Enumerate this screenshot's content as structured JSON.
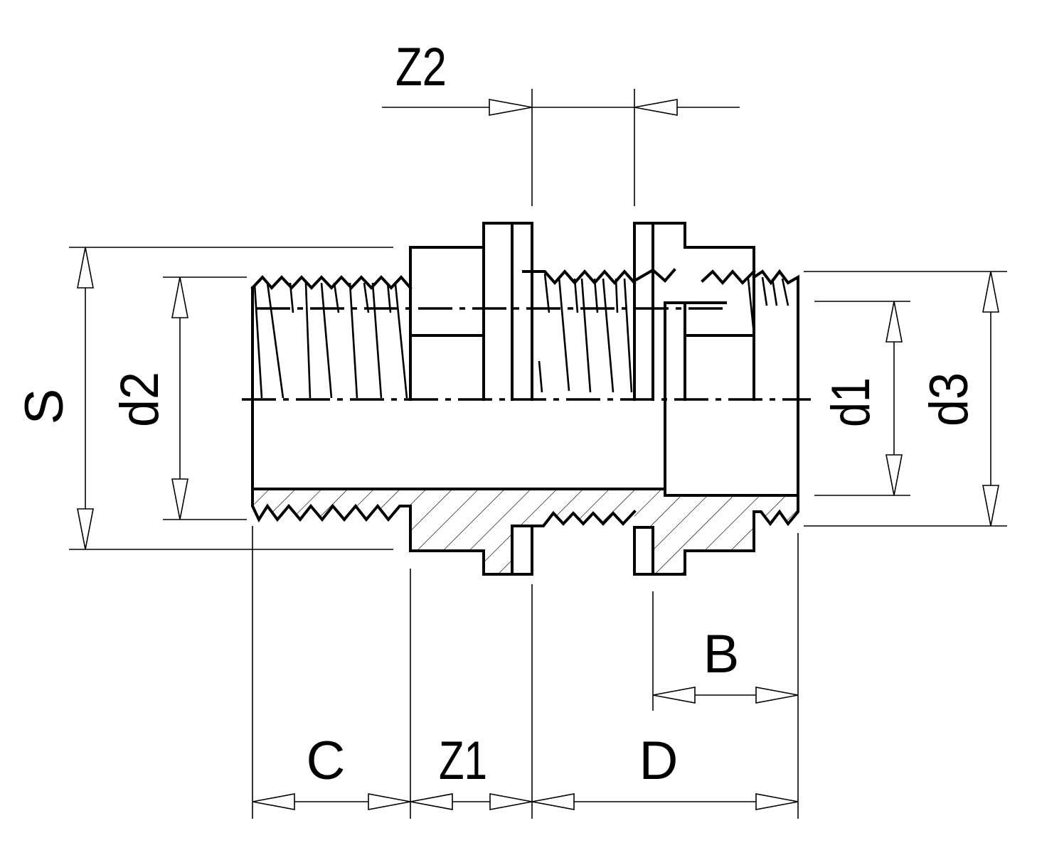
{
  "labels": {
    "z2": "Z2",
    "s": "S",
    "d2": "d2",
    "d1": "d1",
    "d3": "d3",
    "b": "B",
    "c": "C",
    "z1": "Z1",
    "d": "D"
  },
  "colors": {
    "line": "#000000",
    "background": "#ffffff"
  }
}
